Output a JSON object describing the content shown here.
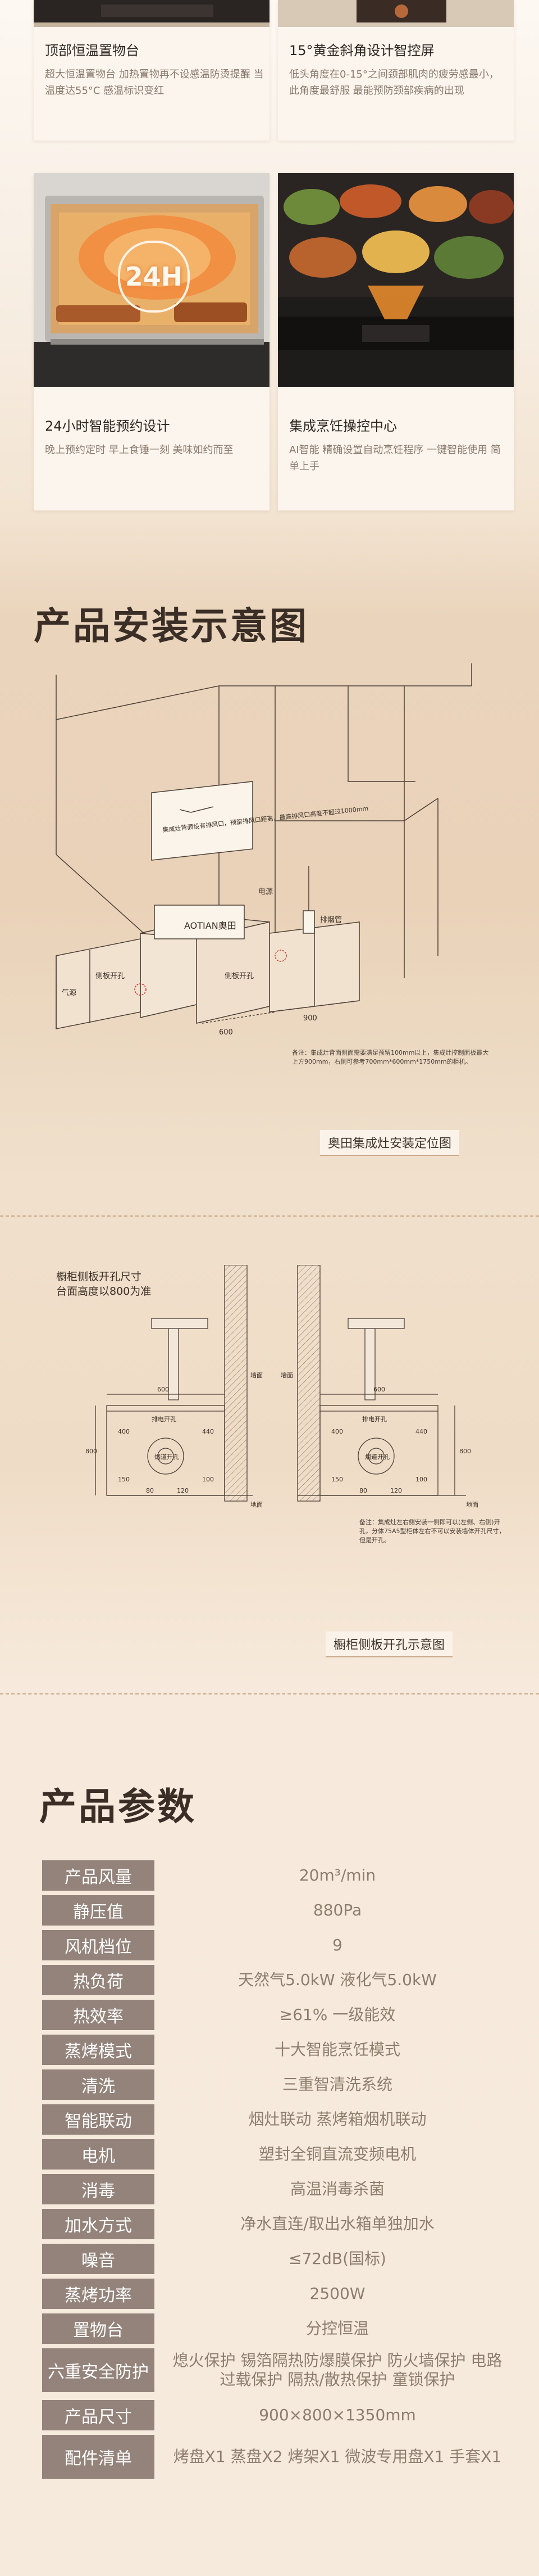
{
  "features": [
    {
      "title": "顶部恒温置物台",
      "desc": "超大恒温置物台 加热置物再不设感温防烫提醒 当温度达55°C 感温标识变红"
    },
    {
      "title": "15°黄金斜角设计智控屏",
      "desc": "低头角度在0-15°之间颈部肌肉的疲劳感最小，此角度最舒服 最能预防颈部疾病的出现"
    },
    {
      "title": "24小时智能预约设计",
      "desc": "晚上预约定时 早上食锤一刻 美味如约而至",
      "badge": "24H"
    },
    {
      "title": "集成烹饪操控中心",
      "desc": "AI智能 精确设置自动烹饪程序 一键智能使用 简单上手"
    }
  ],
  "install": {
    "title": "产品安装示意图",
    "brand": "AOTIAN奥田",
    "labels": {
      "cabinet_note": "集成灶背面设有排风口，预留排风口距离，最高排风口高度不超过1000mm",
      "power": "电源",
      "flue": "排烟管",
      "side_hole": "侧板开孔",
      "gas": "气源",
      "dim_600": "600",
      "dim_900": "900"
    },
    "note": "备注：集成灶背面侧面需要满足预留100mm以上，集成灶控制面板最大上方900mm，右侧可参考700mm*600mm*1750mm的柜机。",
    "caption": "奥田集成灶安装定位图"
  },
  "side": {
    "title": "橱柜侧板开孔尺寸",
    "subtitle": "台面高度以800为准",
    "dims": {
      "w600": "600",
      "h800": "800",
      "d400": "400",
      "d440": "440",
      "d150": "150",
      "d100": "100",
      "d80": "80",
      "d120": "120"
    },
    "labels": {
      "hole": "排电开孔",
      "cut": "烟道开孔",
      "wall": "墙面",
      "floor": "地面"
    },
    "note": "备注：集成灶左右侧安装一侧即可以(左侧、右侧)开孔，分体75A5型柜体左右不可以安装墙体开孔尺寸，但是开孔。",
    "caption": "橱柜侧板开孔示意图"
  },
  "params": {
    "title": "产品参数",
    "rows": [
      {
        "label": "产品风量",
        "value": "20m³/min"
      },
      {
        "label": "静压值",
        "value": "880Pa"
      },
      {
        "label": "风机档位",
        "value": "9"
      },
      {
        "label": "热负荷",
        "value": "天然气5.0kW 液化气5.0kW"
      },
      {
        "label": "热效率",
        "value": "≥61%  一级能效"
      },
      {
        "label": "蒸烤模式",
        "value": "十大智能烹饪模式"
      },
      {
        "label": "清洗",
        "value": "三重智清洗系统"
      },
      {
        "label": "智能联动",
        "value": "烟灶联动 蒸烤箱烟机联动"
      },
      {
        "label": "电机",
        "value": "塑封全铜直流变频电机"
      },
      {
        "label": "消毒",
        "value": "高温消毒杀菌"
      },
      {
        "label": "加水方式",
        "value": "净水直连/取出水箱单独加水"
      },
      {
        "label": "噪音",
        "value": "≤72dB(国标)"
      },
      {
        "label": "蒸烤功率",
        "value": "2500W"
      },
      {
        "label": "置物台",
        "value": "分控恒温"
      },
      {
        "label": "六重安全防护",
        "value": "熄火保护 锡箔隔热防爆膜保护 防火墙保护 电路过载保护 隔热/散热保护 童锁保护"
      },
      {
        "label": "产品尺寸",
        "value": "900×800×1350mm"
      },
      {
        "label": "配件清单",
        "value": "烤盘X1 蒸盘X2 烤架X1 微波专用盘X1 手套X1"
      }
    ]
  }
}
